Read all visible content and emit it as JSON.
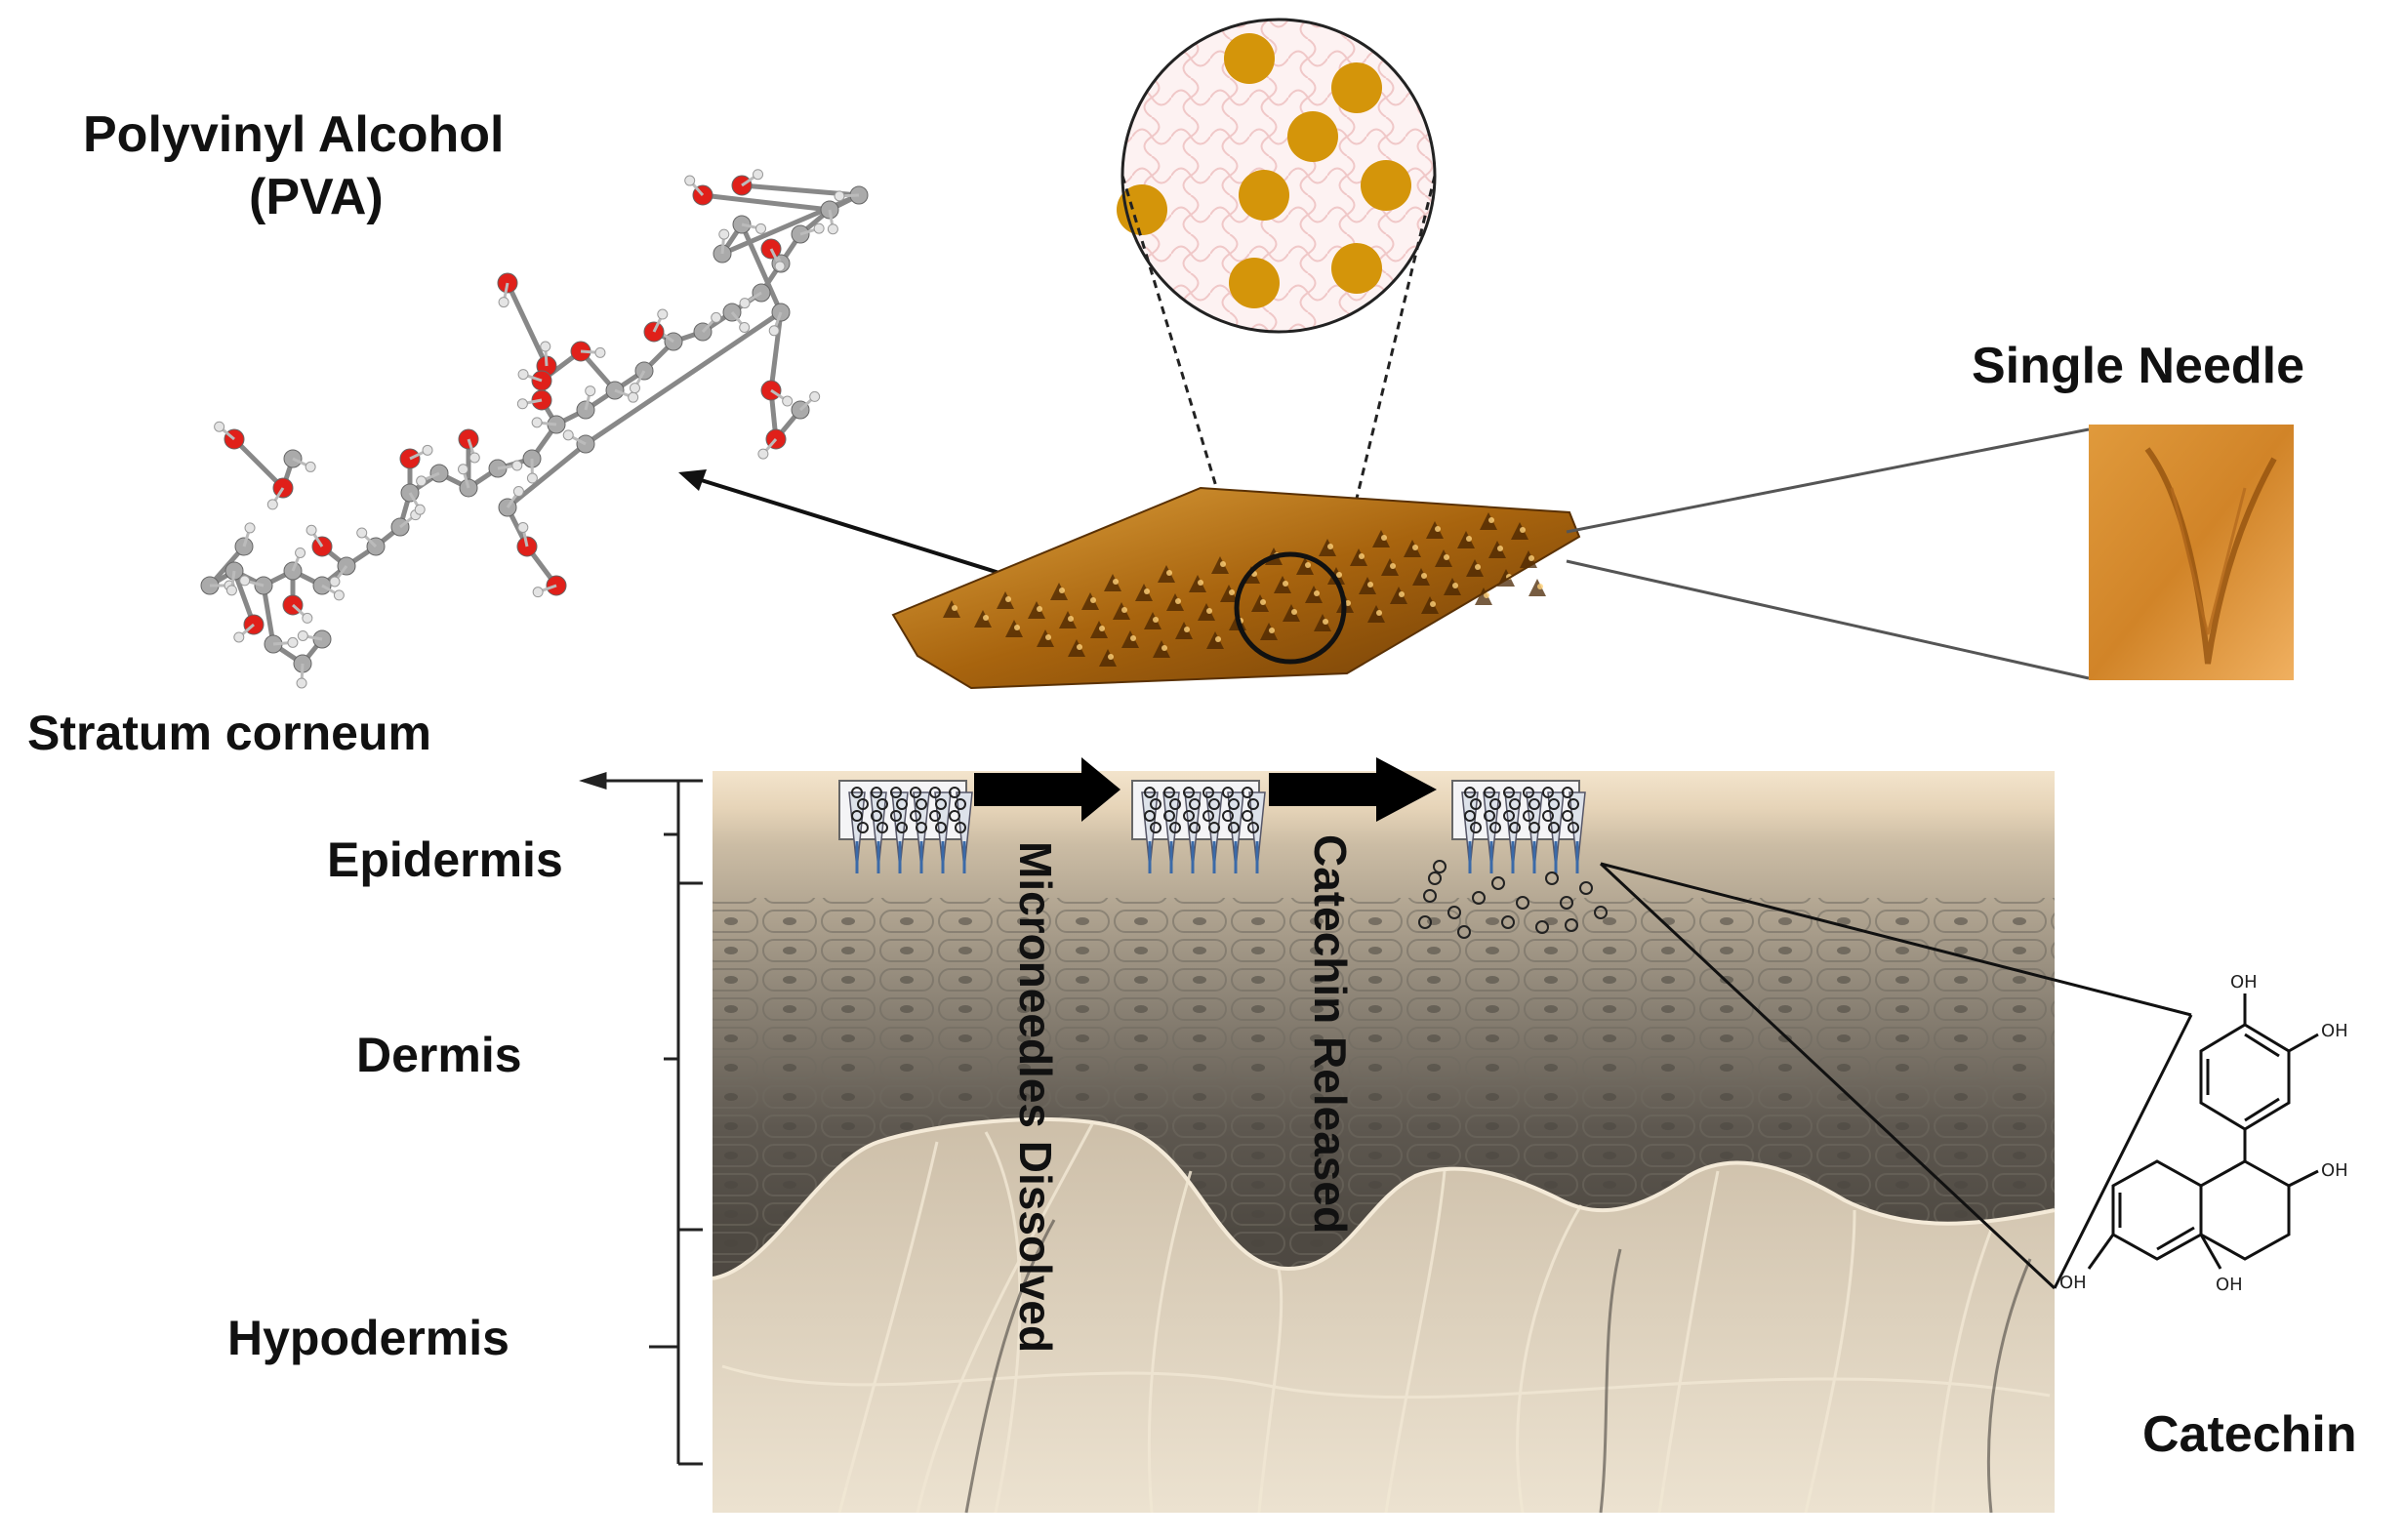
{
  "labels": {
    "pva_line1": "Polyvinyl Alcohol",
    "pva_line2": "(PVA)",
    "single_needle": "Single Needle",
    "stratum_corneum": "Stratum corneum",
    "epidermis": "Epidermis",
    "dermis": "Dermis",
    "hypodermis": "Hypodermis",
    "catechin": "Catechin",
    "microneedles_dissolved": "Microneedles Dissolved",
    "catechin_released": "Catechin Released"
  },
  "catechin_groups": {
    "oh": "OH"
  },
  "icons": {
    "pva_molecule": "ball-and-stick-molecule",
    "patch": "microneedle-patch",
    "zoom": "magnified-circle",
    "skin": "skin-cross-section",
    "arrow": "block-arrow-right",
    "catechin_structure": "chemical-structure"
  },
  "colors": {
    "patch": "#c07a1c",
    "particle": "#d4950a",
    "oxygen": "#e0201a",
    "carbon": "#aaaaaa",
    "skin_top": "#efe0c8",
    "skin_dermis": "#7a7468",
    "skin_hypodermis": "#d8cab4"
  }
}
